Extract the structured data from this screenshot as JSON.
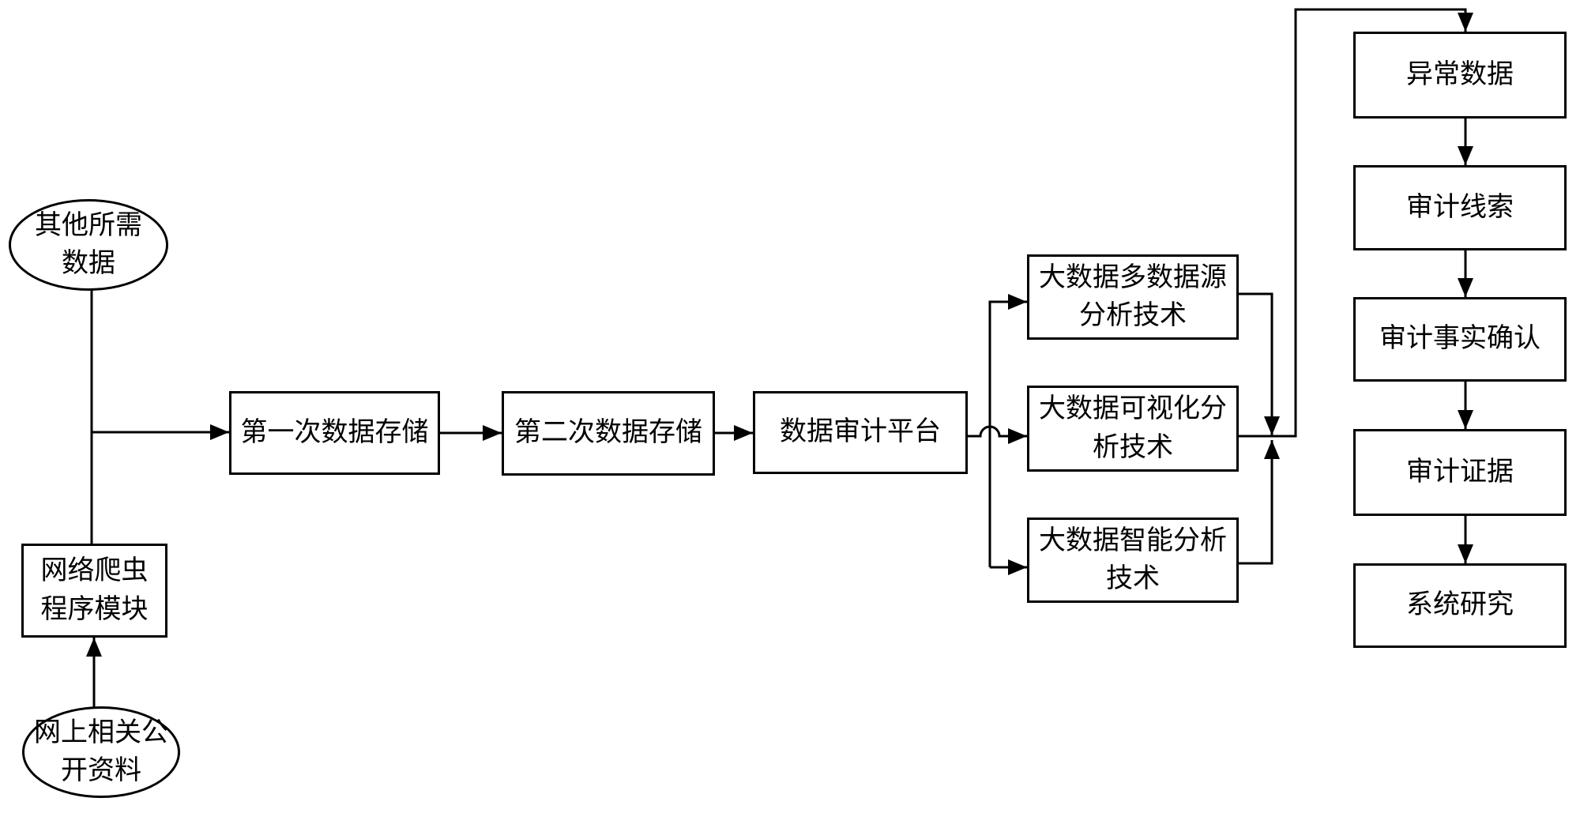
{
  "diagram": {
    "colors": {
      "stroke": "#000000",
      "background": "#ffffff",
      "text": "#000000"
    },
    "nodes": {
      "other_data": {
        "shape": "ellipse",
        "label": "其他所需\n数据"
      },
      "crawler": {
        "shape": "rect",
        "label": "网络爬虫\n程序模块"
      },
      "public_data": {
        "shape": "ellipse",
        "label": "网上相关公\n开资料"
      },
      "storage1": {
        "shape": "rect",
        "label": "第一次数据存储"
      },
      "storage2": {
        "shape": "rect",
        "label": "第二次数据存储"
      },
      "platform": {
        "shape": "rect",
        "label": "数据审计平台"
      },
      "tech_multi_source": {
        "shape": "rect",
        "label": "大数据多数据源\n分析技术"
      },
      "tech_visual": {
        "shape": "rect",
        "label": "大数据可视化分\n析技术"
      },
      "tech_intelligent": {
        "shape": "rect",
        "label": "大数据智能分析\n技术"
      },
      "abnormal_data": {
        "shape": "rect",
        "label": "异常数据"
      },
      "audit_clues": {
        "shape": "rect",
        "label": "审计线索"
      },
      "audit_fact": {
        "shape": "rect",
        "label": "审计事实确认"
      },
      "audit_evidence": {
        "shape": "rect",
        "label": "审计证据"
      },
      "system_research": {
        "shape": "rect",
        "label": "系统研究"
      }
    }
  }
}
